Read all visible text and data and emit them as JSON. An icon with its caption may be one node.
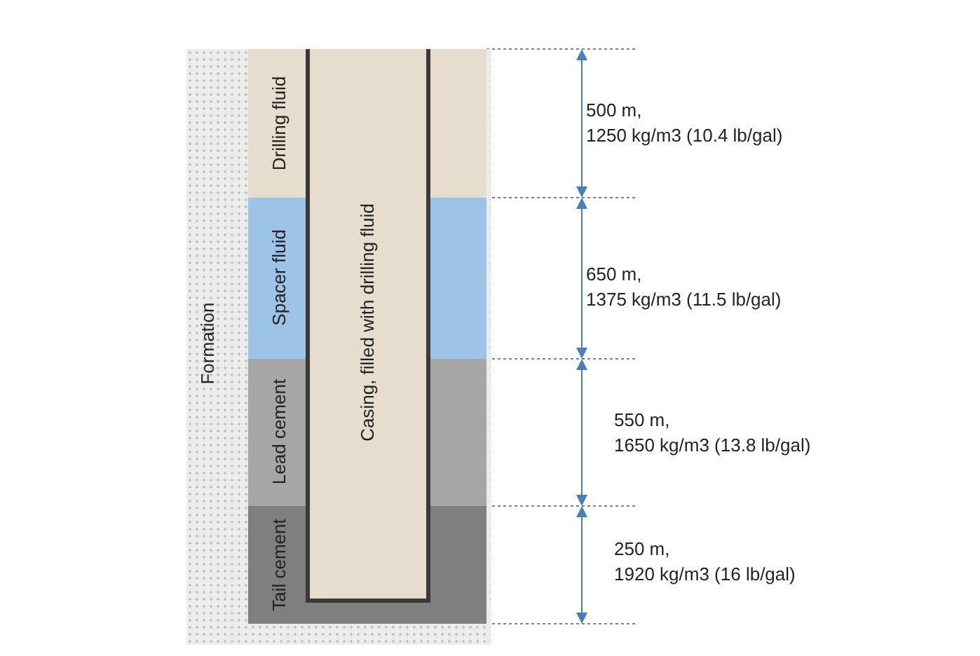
{
  "diagram": {
    "nodes": [
      {
        "text": [
          "Formation"
        ]
      },
      {
        "text": [
          "Drilling fluid"
        ],
        "in": 0
      },
      {
        "text": [
          "Spacer fluid"
        ],
        "in": 0
      },
      {
        "text": [
          "Lead cement"
        ],
        "in": 0
      },
      {
        "text": [
          "Tail cement"
        ],
        "in": 0
      },
      {
        "text": [
          "Casing, filled with drilling fluid"
        ],
        "in": 0
      },
      {
        "text": [],
        "shape": "bar",
        "in": 0
      },
      {
        "text": [],
        "shape": "bar",
        "in": 0
      },
      {
        "text": [],
        "shape": "bar",
        "in": 0
      },
      {
        "text": [],
        "shape": "bar",
        "in": 0
      },
      {
        "text": [],
        "shape": "bar",
        "in": 0
      }
    ],
    "edges": [],
    "labels": [
      "500 m, 1250 kg/m3 (10.4 lb/gal)",
      "650 m, 1375 kg/m3 (11.5 lb/gal)",
      "550 m, 1650 kg/m3 (13.8 lb/gal)",
      "250 m, 1920 kg/m3 (16 lb/gal)"
    ]
  }
}
